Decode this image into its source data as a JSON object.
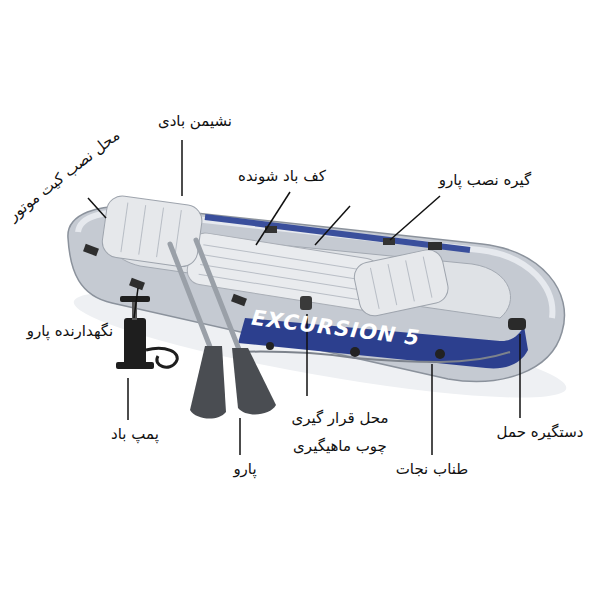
{
  "diagram": {
    "labels": [
      "نشیمن بادی",
      "محل نصب کیت موتور",
      "کف باد شونده",
      "گیره نصب پارو",
      "نگهدارنده پارو",
      "پمپ باد",
      "پارو",
      "محل قرار گیری چوب ماهیگیری",
      "طناب نجات",
      "دستگیره حمل",
      "EXCURSION 5"
    ]
  }
}
